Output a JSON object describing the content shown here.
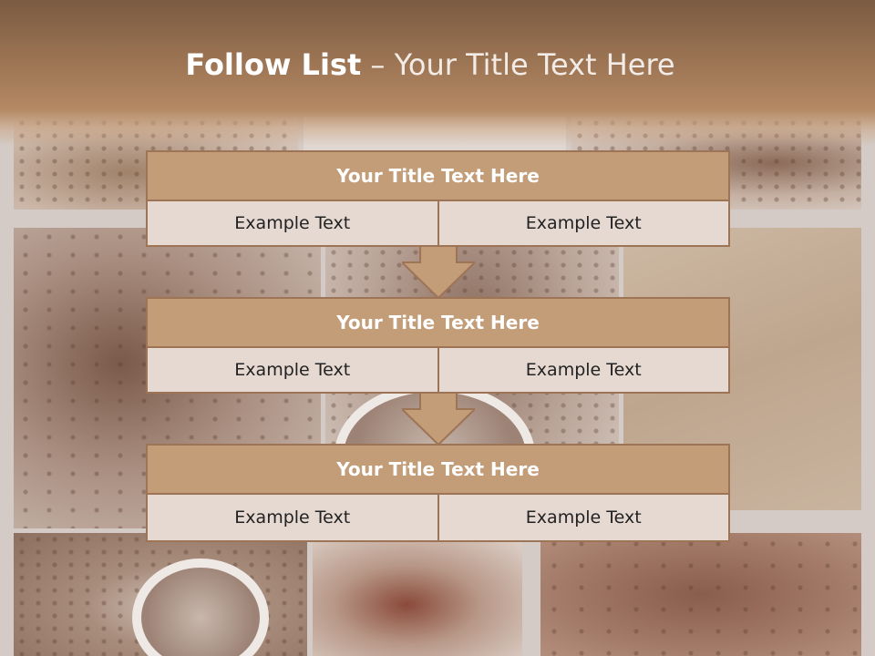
{
  "header": {
    "title_bold": "Follow List",
    "title_rest": " – Your Title Text Here"
  },
  "blocks": [
    {
      "title": "Your Title Text Here",
      "left": "Example Text",
      "right": "Example Text"
    },
    {
      "title": "Your Title Text Here",
      "left": "Example Text",
      "right": "Example Text"
    },
    {
      "title": "Your Title Text Here",
      "left": "Example Text",
      "right": "Example Text"
    }
  ],
  "colors": {
    "header_brown": "#9a7353",
    "block_title_fill": "#c39c78",
    "block_border": "#9d7456",
    "cell_fill": "#e6d9d2"
  }
}
